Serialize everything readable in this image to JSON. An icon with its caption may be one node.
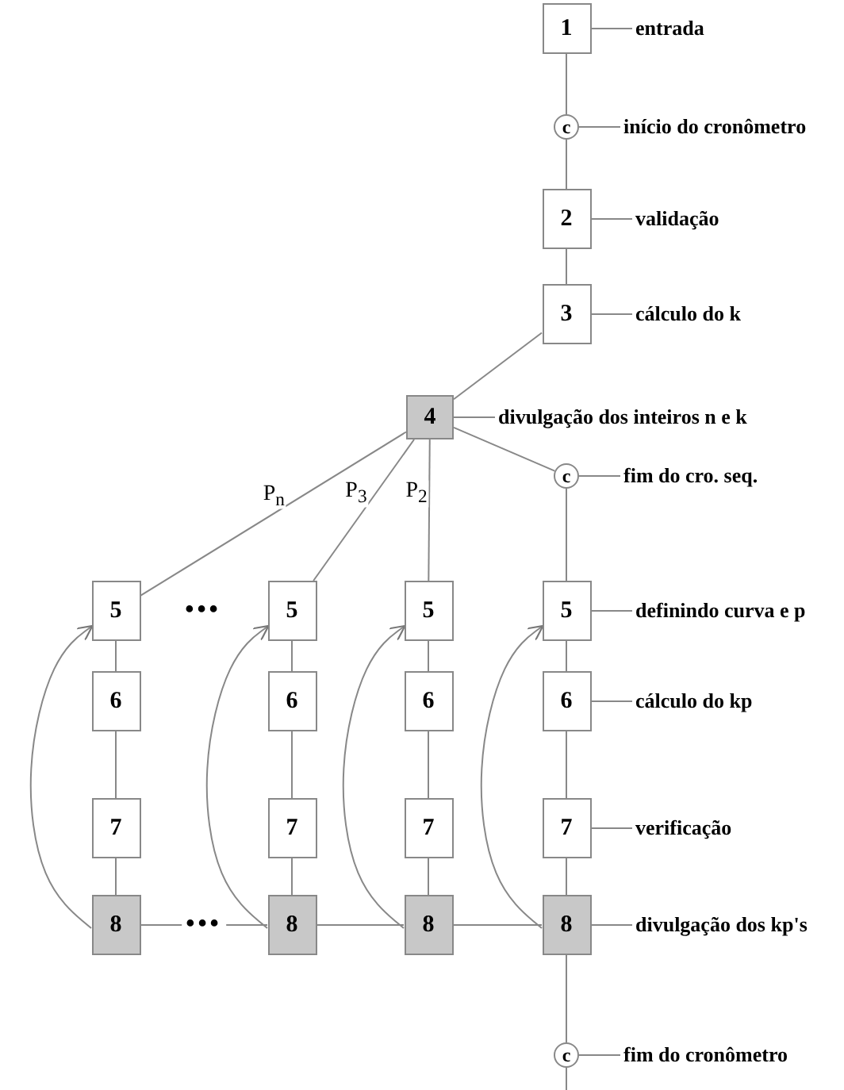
{
  "diagram": {
    "nodes": [
      {
        "text": [
          "1"
        ]
      },
      {
        "text": [
          "c"
        ]
      },
      {
        "text": [
          "2"
        ]
      },
      {
        "text": [
          "3"
        ]
      },
      {
        "text": [
          "4"
        ]
      },
      {
        "text": [
          "c"
        ]
      },
      {
        "text": [
          "5"
        ]
      },
      {
        "text": [
          "5"
        ]
      },
      {
        "text": [
          "5"
        ]
      },
      {
        "text": [
          "5"
        ]
      },
      {
        "text": [
          "6"
        ]
      },
      {
        "text": [
          "6"
        ]
      },
      {
        "text": [
          "6"
        ]
      },
      {
        "text": [
          "6"
        ]
      },
      {
        "text": [
          "7"
        ]
      },
      {
        "text": [
          "7"
        ]
      },
      {
        "text": [
          "7"
        ]
      },
      {
        "text": [
          "7"
        ]
      },
      {
        "text": [
          "8"
        ]
      },
      {
        "text": [
          "8"
        ]
      },
      {
        "text": [
          "8"
        ]
      },
      {
        "text": [
          "8"
        ]
      },
      {
        "text": [
          "c"
        ]
      },
      {
        "text": [
          "entrada"
        ]
      },
      {
        "text": [
          "início do cronômetro"
        ]
      },
      {
        "text": [
          "validação"
        ]
      },
      {
        "text": [
          "cálculo do k"
        ]
      },
      {
        "text": [
          "divulgação dos inteiros n e k"
        ]
      },
      {
        "text": [
          "fim do cro. seq."
        ]
      },
      {
        "text": [
          "definindo curva e p"
        ]
      },
      {
        "text": [
          "cálculo do kp"
        ]
      },
      {
        "text": [
          "verificação"
        ]
      },
      {
        "text": [
          "divulgação dos kp's"
        ]
      },
      {
        "text": [
          "fim do cronômetro"
        ]
      }
    ],
    "edges": [
      {
        "from": 0,
        "to": 1,
        "arrow": "none"
      },
      {
        "from": 1,
        "to": 2,
        "arrow": "none"
      },
      {
        "from": 2,
        "to": 3,
        "arrow": "none"
      },
      {
        "from": 3,
        "to": 4,
        "arrow": "none"
      },
      {
        "from": 4,
        "to": 6,
        "arrow": "none",
        "label": "P$_{n}$"
      },
      {
        "from": 4,
        "to": 7,
        "arrow": "none",
        "label": "P$_{3}$"
      },
      {
        "from": 4,
        "to": 8,
        "arrow": "none",
        "label": "P$_{2}$"
      },
      {
        "from": 4,
        "to": 5,
        "arrow": "none"
      },
      {
        "from": 5,
        "to": 9,
        "arrow": "none"
      },
      {
        "from": 6,
        "to": 10,
        "arrow": "none"
      },
      {
        "from": 7,
        "to": 11,
        "arrow": "none"
      },
      {
        "from": 8,
        "to": 12,
        "arrow": "none"
      },
      {
        "from": 9,
        "to": 13,
        "arrow": "none"
      },
      {
        "from": 10,
        "to": 14,
        "arrow": "none"
      },
      {
        "from": 11,
        "to": 15,
        "arrow": "none"
      },
      {
        "from": 12,
        "to": 16,
        "arrow": "none"
      },
      {
        "from": 13,
        "to": 17,
        "arrow": "none"
      },
      {
        "from": 14,
        "to": 18,
        "arrow": "none"
      },
      {
        "from": 15,
        "to": 19,
        "arrow": "none"
      },
      {
        "from": 16,
        "to": 20,
        "arrow": "none"
      },
      {
        "from": 17,
        "to": 21,
        "arrow": "none"
      },
      {
        "from": 18,
        "to": 19,
        "arrow": "none",
        "label": "•••"
      },
      {
        "from": 19,
        "to": 20,
        "arrow": "none"
      },
      {
        "from": 20,
        "to": 21,
        "arrow": "none"
      },
      {
        "from": 18,
        "to": 6,
        "arrow": "to"
      },
      {
        "from": 19,
        "to": 7,
        "arrow": "to"
      },
      {
        "from": 20,
        "to": 8,
        "arrow": "to"
      },
      {
        "from": 21,
        "to": 9,
        "arrow": "to"
      },
      {
        "from": 21,
        "to": 22,
        "arrow": "none"
      },
      {
        "from": 22,
        "to": null,
        "arrow": "none"
      },
      {
        "from": 0,
        "to": 23,
        "arrow": "none"
      },
      {
        "from": 1,
        "to": 24,
        "arrow": "none"
      },
      {
        "from": 2,
        "to": 25,
        "arrow": "none"
      },
      {
        "from": 3,
        "to": 26,
        "arrow": "none"
      },
      {
        "from": 4,
        "to": 27,
        "arrow": "none"
      },
      {
        "from": 5,
        "to": 28,
        "arrow": "none"
      },
      {
        "from": 9,
        "to": 29,
        "arrow": "none"
      },
      {
        "from": 13,
        "to": 30,
        "arrow": "none"
      },
      {
        "from": 17,
        "to": 31,
        "arrow": "none"
      },
      {
        "from": 21,
        "to": 32,
        "arrow": "none"
      },
      {
        "from": 22,
        "to": 33,
        "arrow": "none"
      }
    ],
    "labels": [
      "•••"
    ]
  }
}
